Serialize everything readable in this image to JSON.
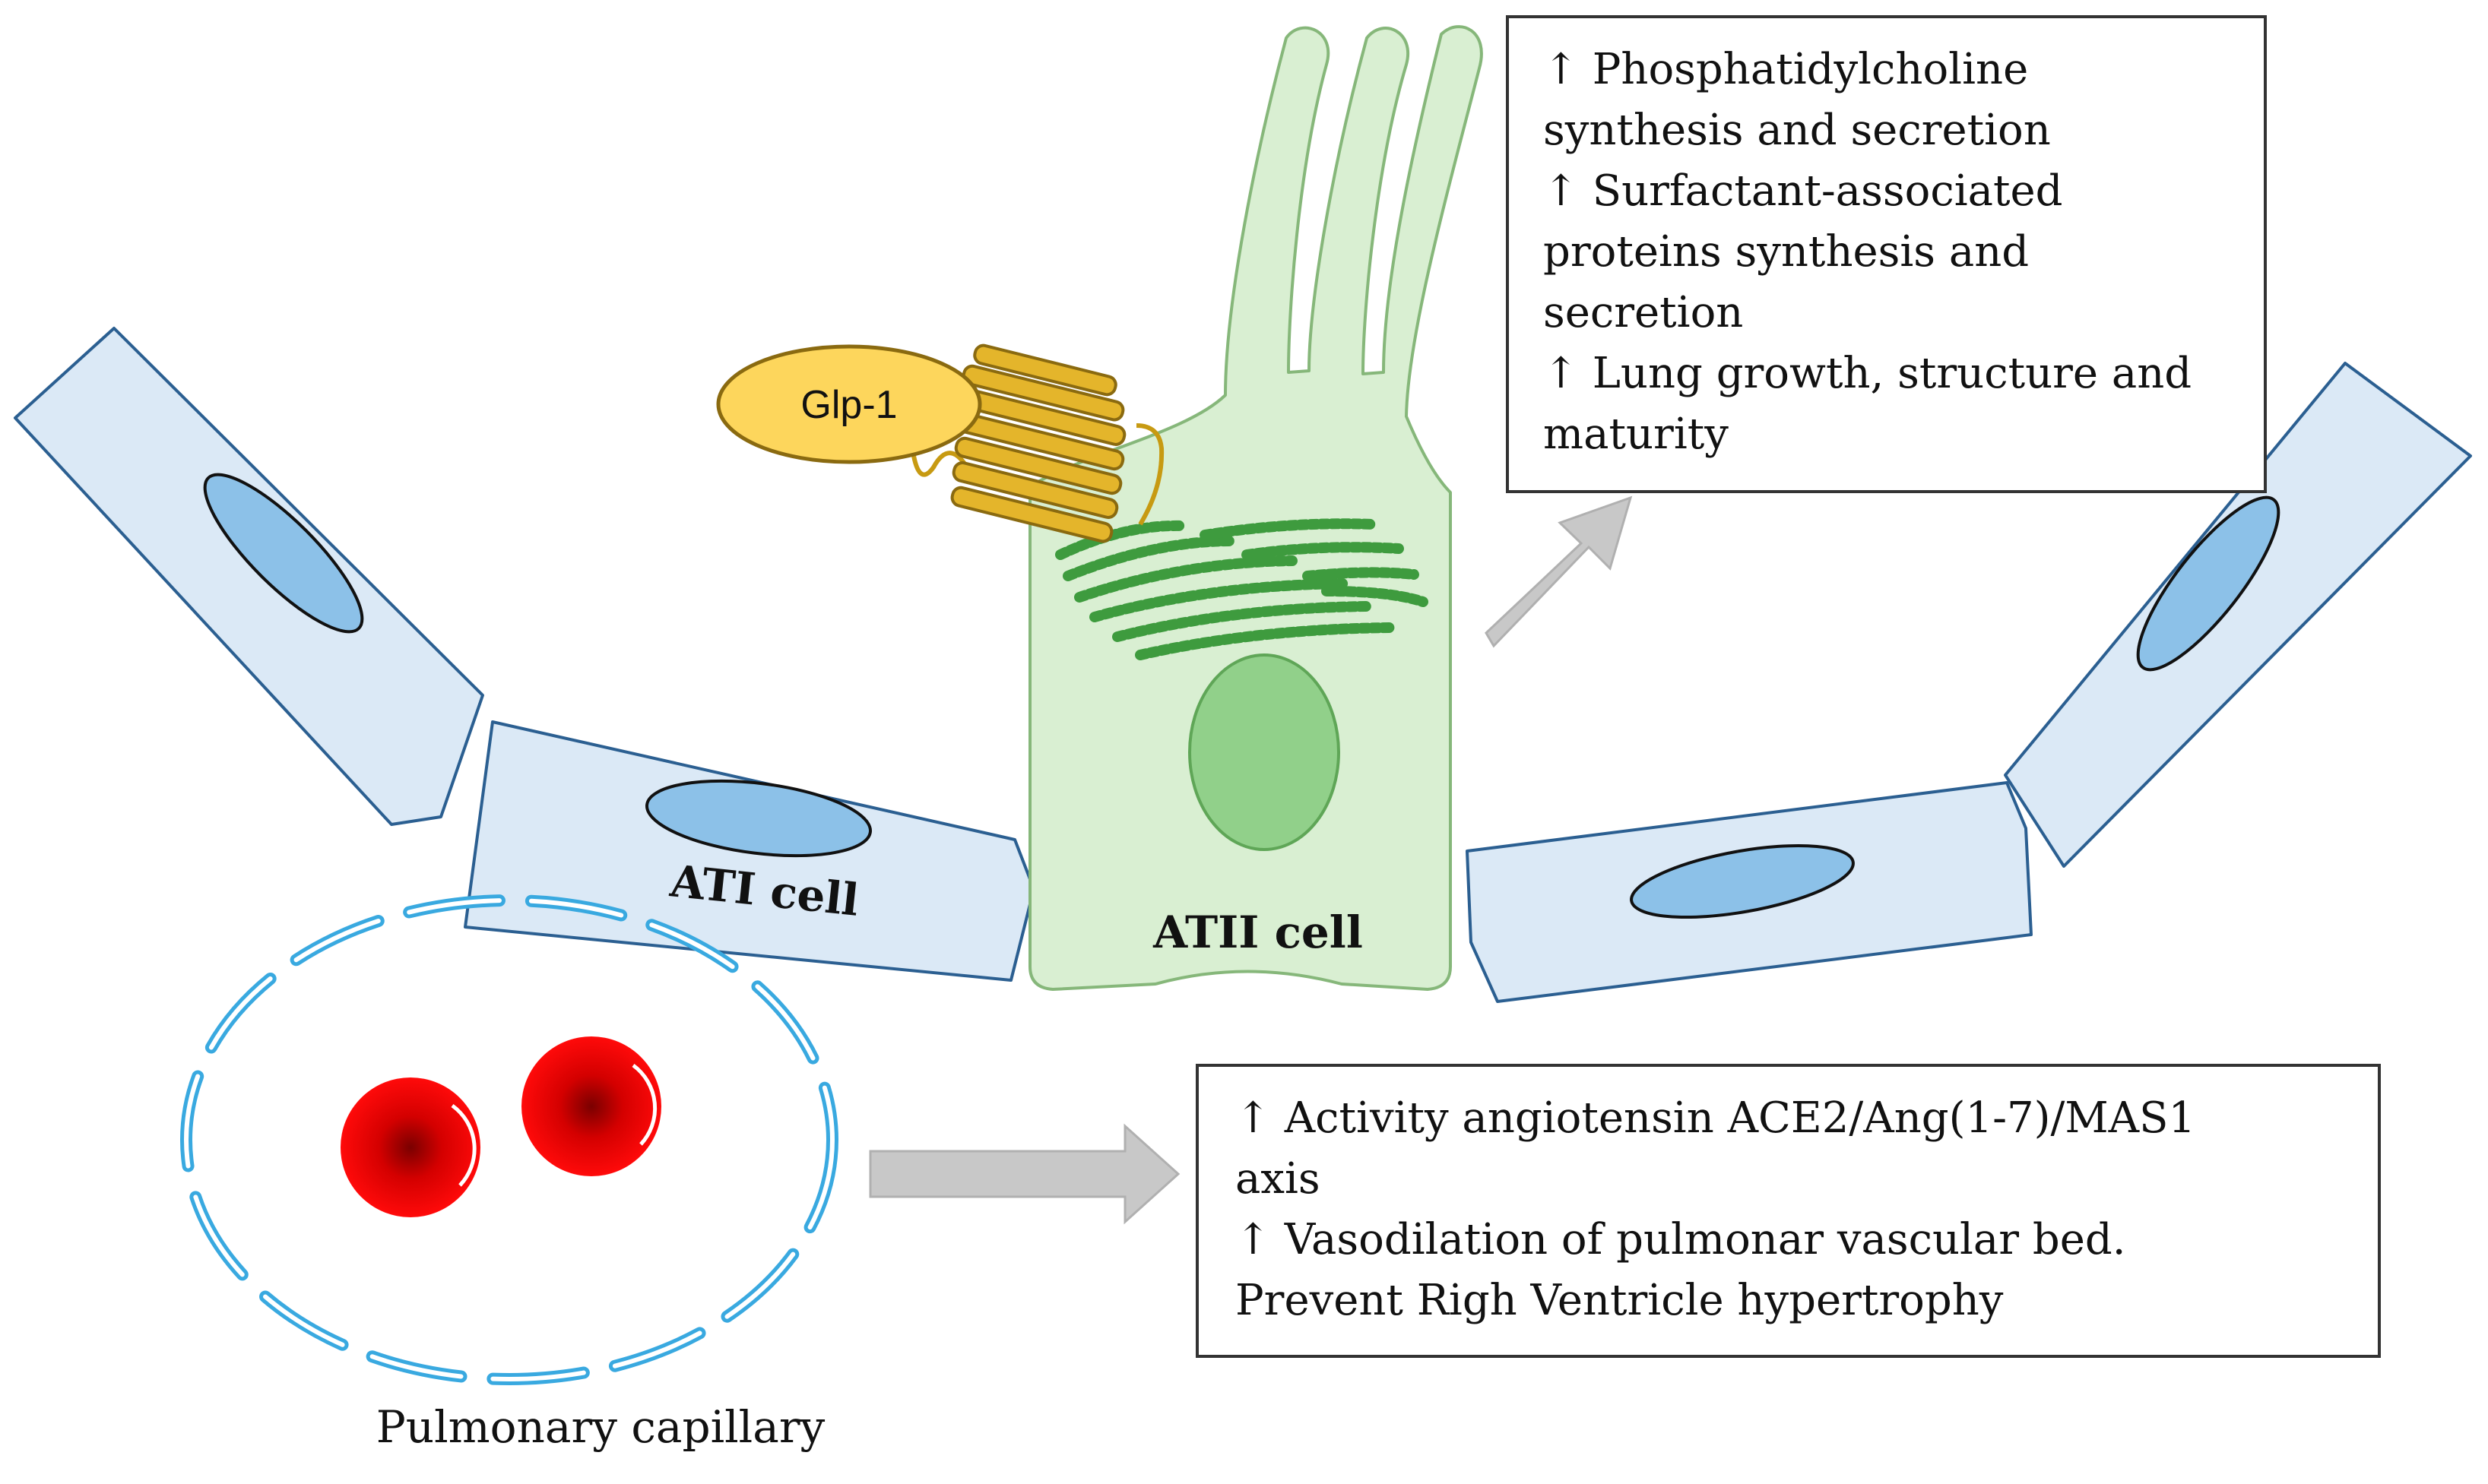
{
  "colors": {
    "atiFill": "#dbe9f6",
    "atiStroke": "#2b5f91",
    "atiNucleus": "#8cc1e8",
    "atiiFill": "#d9efd2",
    "atiiStroke": "#86b77a",
    "atiiNucleus": "#91d08a",
    "golgi": "#3e9b3e",
    "receptor": "#e4b52b",
    "receptorStroke": "#8a6a10",
    "glpFill": "#fdd65c",
    "capillary": "#39a9e0",
    "rbc": "#ee0000",
    "arrow": "#c8c8c8",
    "boxStroke": "#333333"
  },
  "labels": {
    "glp1": "Glp-1",
    "ati_cell": "ATI cell",
    "atii_cell": "ATII cell",
    "pulmonary_capillary": "Pulmonary capillary"
  },
  "box_top": {
    "lines": [
      "↑ Phosphatidylcholine",
      "synthesis and secretion",
      "↑ Surfactant-associated",
      "proteins synthesis and",
      "secretion",
      "↑ Lung growth, structure and",
      "maturity"
    ]
  },
  "box_bottom": {
    "lines": [
      "↑ Activity angiotensin ACE2/Ang(1-7)/MAS1",
      "axis",
      "↑ Vasodilation of pulmonar vascular bed.",
      "Prevent Righ Ventricle hypertrophy"
    ]
  }
}
